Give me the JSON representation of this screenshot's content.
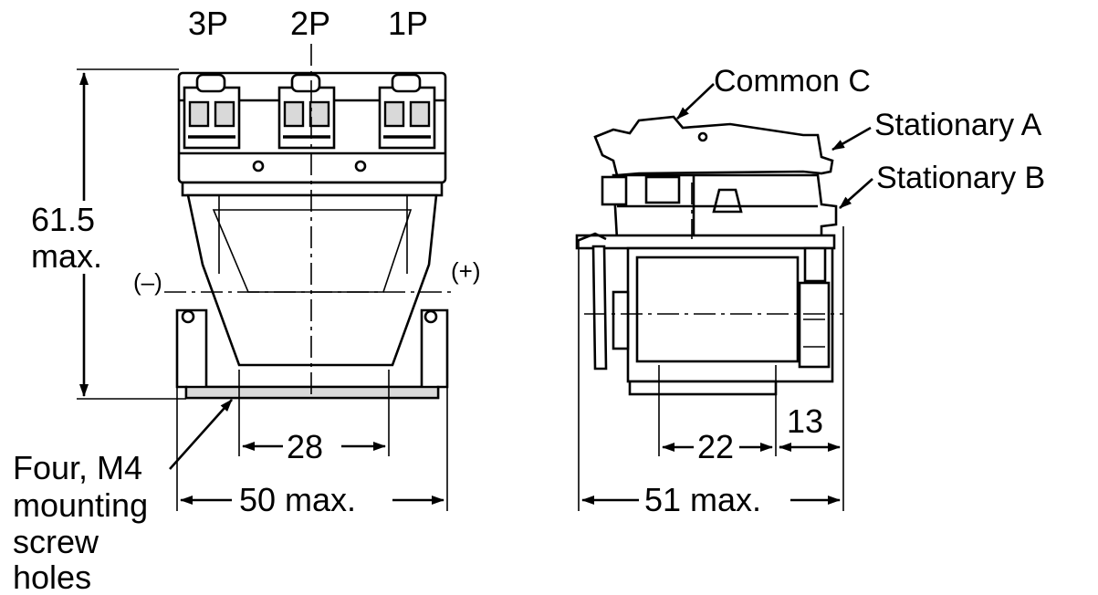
{
  "front_view": {
    "pole_labels": [
      "3P",
      "2P",
      "1P"
    ],
    "height_value": "61.5",
    "height_suffix": "max.",
    "polarity_negative": "(–)",
    "polarity_positive": "(+)",
    "hole_spacing": "28",
    "width": "50 max.",
    "mounting_note_lines": [
      "Four, M4",
      "mounting",
      "screw",
      "holes"
    ]
  },
  "side_view": {
    "terminal_labels": [
      "Common C",
      "Stationary A",
      "Stationary B"
    ],
    "dim_22": "22",
    "dim_13": "13",
    "depth": "51 max."
  }
}
